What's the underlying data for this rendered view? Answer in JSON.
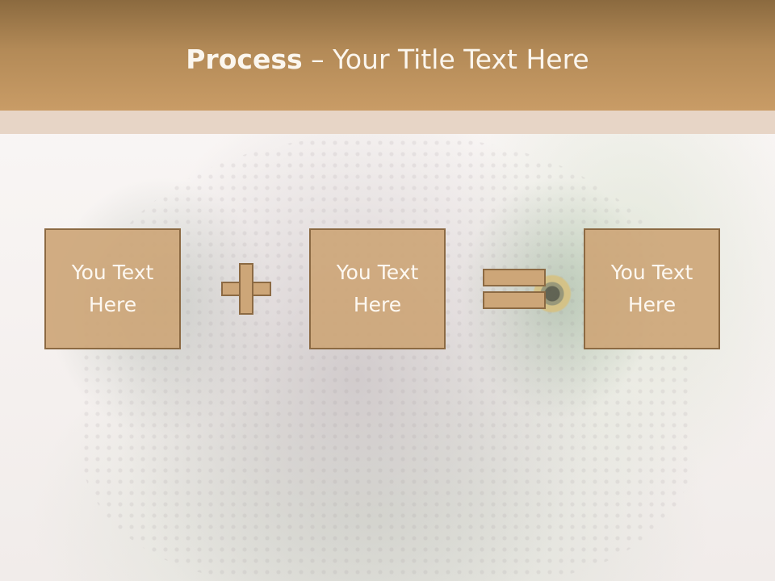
{
  "title": {
    "bold": "Process",
    "rest": " – Your Title Text Here"
  },
  "boxes": [
    {
      "line1": "You Text",
      "line2": "Here"
    },
    {
      "line1": "You Text",
      "line2": "Here"
    },
    {
      "line1": "You Text",
      "line2": "Here"
    }
  ],
  "operators": [
    "plus-icon",
    "equals-icon"
  ],
  "colors": {
    "header": "#b38a57",
    "box_fill": "#cda678",
    "box_border": "#8c6a43",
    "text": "#ffffff"
  }
}
